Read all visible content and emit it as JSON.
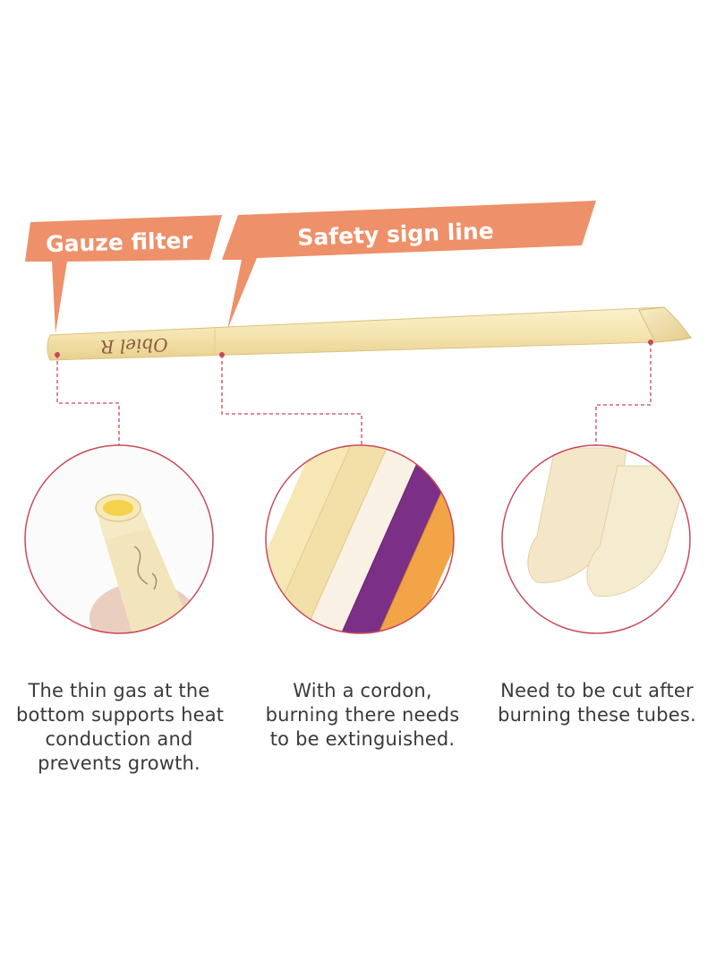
{
  "labels": {
    "gauze_filter": "Gauze filter",
    "safety_sign_line": "Safety sign line"
  },
  "captions": [
    {
      "lines": [
        "The thin gas at the",
        "bottom supports heat",
        "conduction and",
        "prevents growth."
      ]
    },
    {
      "lines": [
        "With a cordon,",
        "burning there needs",
        "to be extinguished."
      ]
    },
    {
      "lines": [
        "Need to be cut after",
        "burning these tubes."
      ]
    }
  ],
  "candle_print": "Obiel R",
  "colors": {
    "accent_orange": "#ee9069",
    "leader_red": "#c8475a",
    "circle_border": "#c94a58",
    "candle_yellow": "#f6e7b4",
    "candle_purple": "#7b2f86",
    "candle_orange": "#f2a446",
    "caption_text": "#3a3a3a"
  }
}
